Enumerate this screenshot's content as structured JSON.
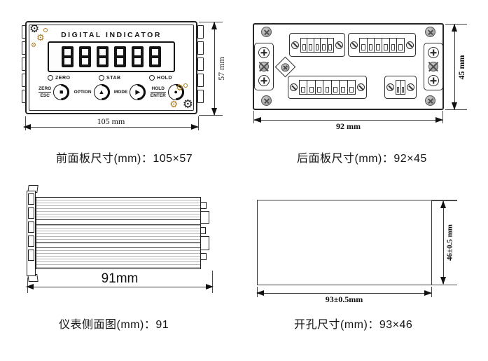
{
  "front_panel": {
    "title": "DIGITAL INDICATOR",
    "display_value": "888888",
    "leds": [
      {
        "label": "ZERO"
      },
      {
        "label": "STAB"
      },
      {
        "label": "HOLD"
      }
    ],
    "buttons": [
      {
        "label_top": "ZERO",
        "label_bottom": "ESC",
        "symbol": "■"
      },
      {
        "label_top": "OPTION",
        "label_bottom": "",
        "symbol": "▲"
      },
      {
        "label_top": "MODE",
        "label_bottom": "",
        "symbol": "▶"
      },
      {
        "label_top": "HOLD",
        "label_bottom": "ENTER",
        "symbol": "●"
      }
    ],
    "dim_width_label": "105 mm",
    "dim_height_label": "57 mm",
    "caption": "前面板尺寸(mm)：105×57"
  },
  "back_panel": {
    "connectors": [
      {
        "name": "top-left",
        "terminals": 5
      },
      {
        "name": "top-right",
        "terminals": 6
      },
      {
        "name": "bottom-left",
        "terminals": 7
      },
      {
        "name": "bottom-right",
        "terminals": 2
      }
    ],
    "dim_width_label": "92 mm",
    "dim_height_label": "45 mm",
    "caption": "后面板尺寸(mm)：92×45"
  },
  "side_view": {
    "dim_width_label": "91mm",
    "caption": "仪表侧面图(mm)：91"
  },
  "cutout": {
    "dim_width_label": "93±0.5mm",
    "dim_height_label": "46±0.5 mm",
    "caption": "开孔尺寸(mm)：93×46"
  },
  "icons": {
    "gear_glyph": "⚙"
  },
  "colors": {
    "line": "#2a2a2a",
    "gear_gold": "#a5791e",
    "screw_gray": "#9c9c9c"
  }
}
